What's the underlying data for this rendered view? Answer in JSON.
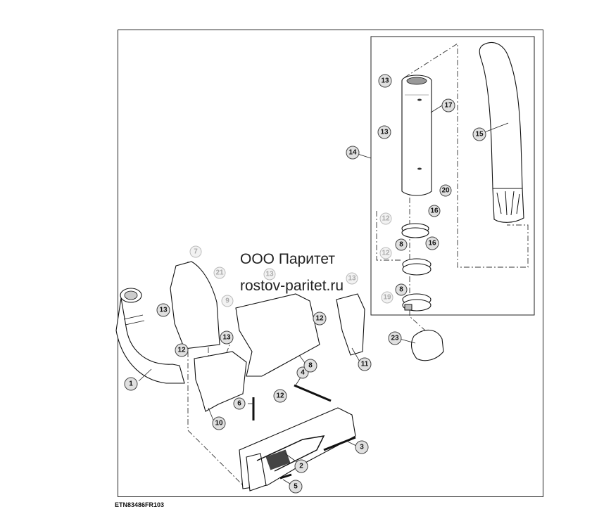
{
  "watermark": {
    "line1": "ООО Паритет",
    "line2": "rostov-paritet.ru"
  },
  "figure_code": "ETN83486FR103",
  "callouts": [
    {
      "id": "c1",
      "label": "1"
    },
    {
      "id": "c2",
      "label": "2"
    },
    {
      "id": "c3",
      "label": "3"
    },
    {
      "id": "c4",
      "label": "4"
    },
    {
      "id": "c5",
      "label": "5"
    },
    {
      "id": "c6",
      "label": "6"
    },
    {
      "id": "c7",
      "label": "7"
    },
    {
      "id": "c8a",
      "label": "8"
    },
    {
      "id": "c8b",
      "label": "8"
    },
    {
      "id": "c8c",
      "label": "8"
    },
    {
      "id": "c9",
      "label": "9"
    },
    {
      "id": "c10",
      "label": "10"
    },
    {
      "id": "c11",
      "label": "11"
    },
    {
      "id": "c12a",
      "label": "12"
    },
    {
      "id": "c12b",
      "label": "12"
    },
    {
      "id": "c12c",
      "label": "12"
    },
    {
      "id": "c12d",
      "label": "12"
    },
    {
      "id": "c12e",
      "label": "12"
    },
    {
      "id": "c13a",
      "label": "13"
    },
    {
      "id": "c13b",
      "label": "13"
    },
    {
      "id": "c13c",
      "label": "13"
    },
    {
      "id": "c13d",
      "label": "13"
    },
    {
      "id": "c13e",
      "label": "13"
    },
    {
      "id": "c13f",
      "label": "13"
    },
    {
      "id": "c14",
      "label": "14"
    },
    {
      "id": "c15",
      "label": "15"
    },
    {
      "id": "c16a",
      "label": "16"
    },
    {
      "id": "c16b",
      "label": "16"
    },
    {
      "id": "c17",
      "label": "17"
    },
    {
      "id": "c19",
      "label": "19"
    },
    {
      "id": "c20",
      "label": "20"
    },
    {
      "id": "c21",
      "label": "21"
    },
    {
      "id": "c23",
      "label": "23"
    }
  ]
}
